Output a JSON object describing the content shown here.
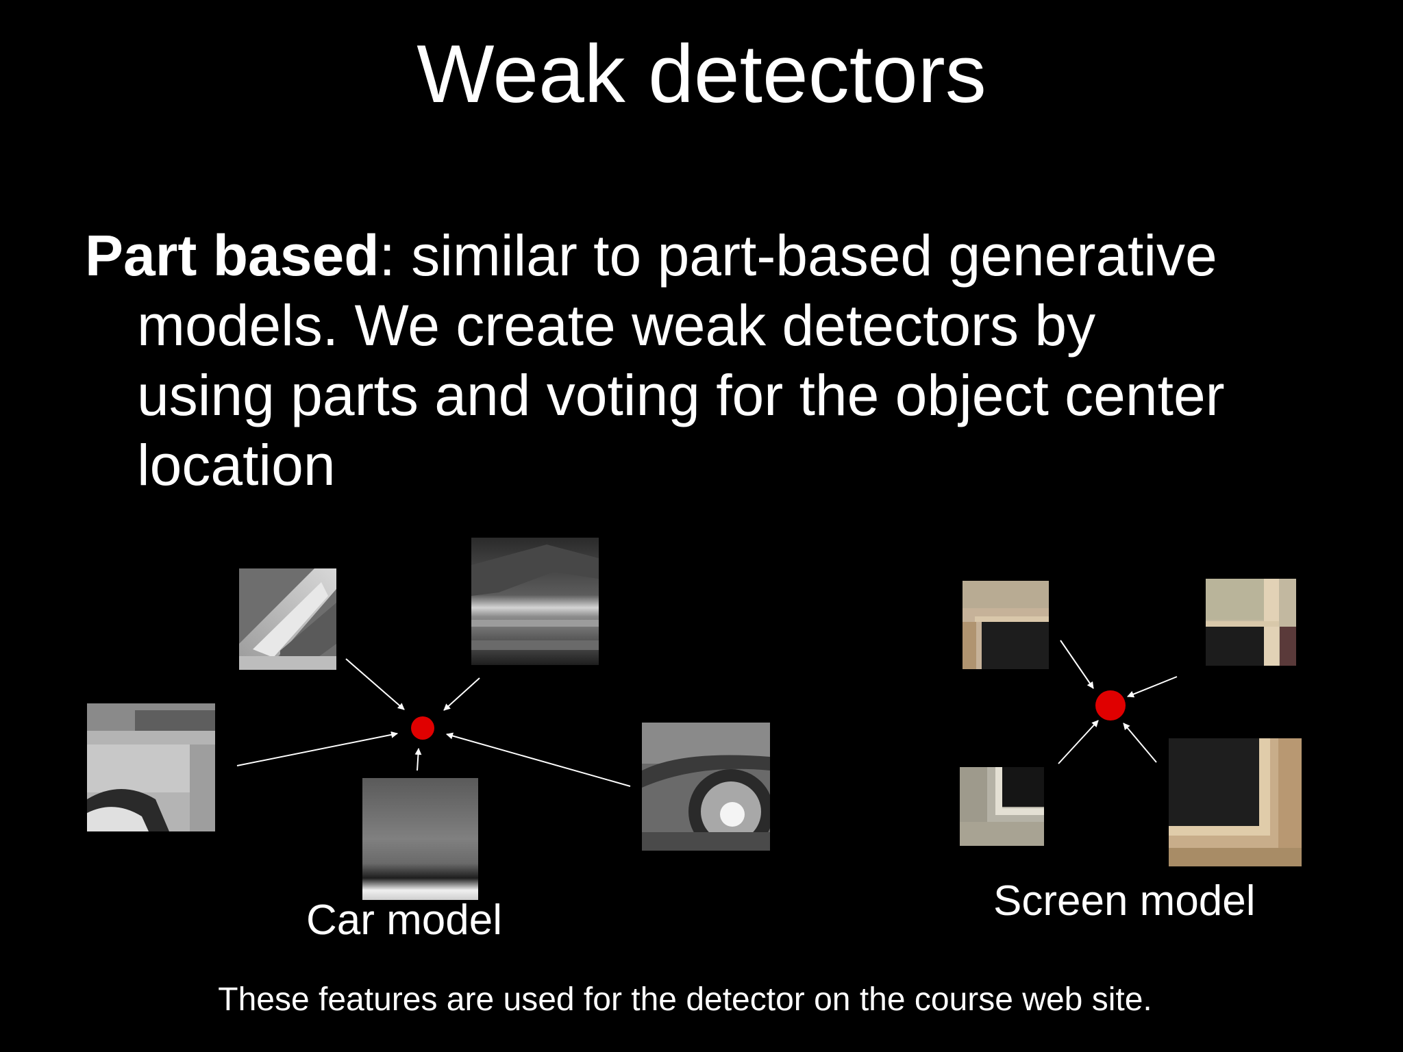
{
  "slide": {
    "title": "Weak detectors",
    "bullet": {
      "bold_lead": "Part based",
      "line1_rest": ": similar to part-based generative",
      "line2": "models. We create weak detectors by",
      "line3": "using parts and voting for the object center",
      "line4": "location"
    },
    "car_model_label": "Car model",
    "screen_model_label": "Screen model",
    "footnote": "These features are used for the detector on the course web site."
  },
  "colors": {
    "background": "#000000",
    "text": "#ffffff",
    "center_dot": "#e00000",
    "arrow": "#ffffff"
  },
  "car_model": {
    "parts": [
      "car-part-roof-pillar",
      "car-part-side-trim",
      "car-part-door",
      "car-part-bumper",
      "car-part-wheel"
    ]
  },
  "screen_model": {
    "parts": [
      "screen-part-top-left-corner",
      "screen-part-top-right-corner",
      "screen-part-bottom-left-corner",
      "screen-part-bottom-right-corner"
    ]
  }
}
